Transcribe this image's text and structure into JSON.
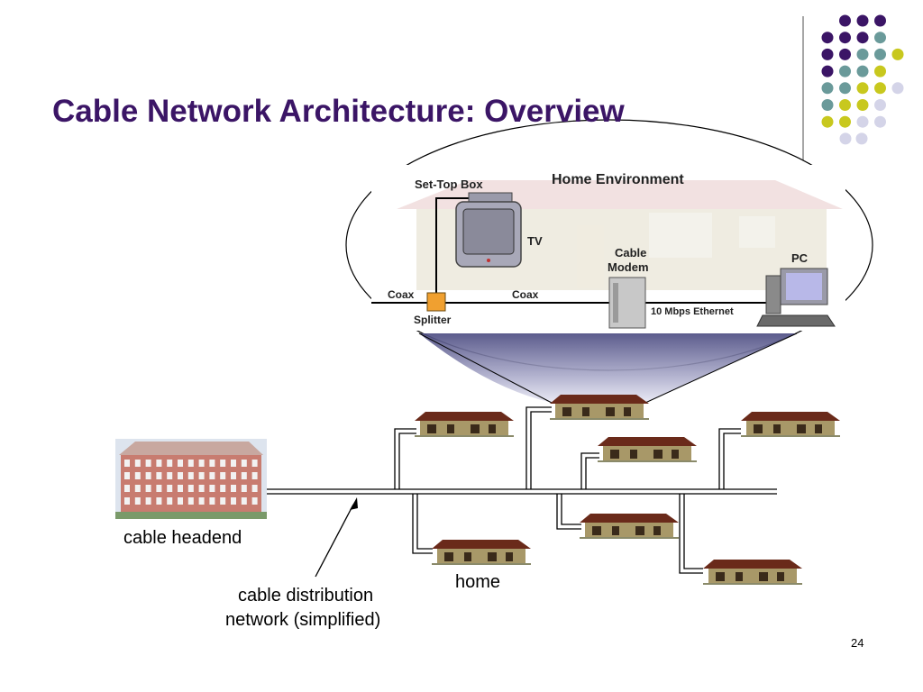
{
  "slide": {
    "title": "Cable Network Architecture: Overview",
    "page_number": "24"
  },
  "home_environment": {
    "title": "Home Environment",
    "set_top_box": "Set-Top Box",
    "tv": "TV",
    "cable_modem_line1": "Cable",
    "cable_modem_line2": "Modem",
    "pc": "PC",
    "coax_left": "Coax",
    "coax_right": "Coax",
    "splitter": "Splitter",
    "ethernet": "10 Mbps Ethernet"
  },
  "network": {
    "headend_label": "cable headend",
    "home_label": "home",
    "distribution_line1": "cable distribution",
    "distribution_line2": "network (simplified)"
  },
  "colors": {
    "title": "#3b1566",
    "dot_purple": "#3b1566",
    "dot_teal": "#6a9a9a",
    "dot_yellow": "#c8c81e",
    "dot_lavender": "#d4d4e8"
  }
}
